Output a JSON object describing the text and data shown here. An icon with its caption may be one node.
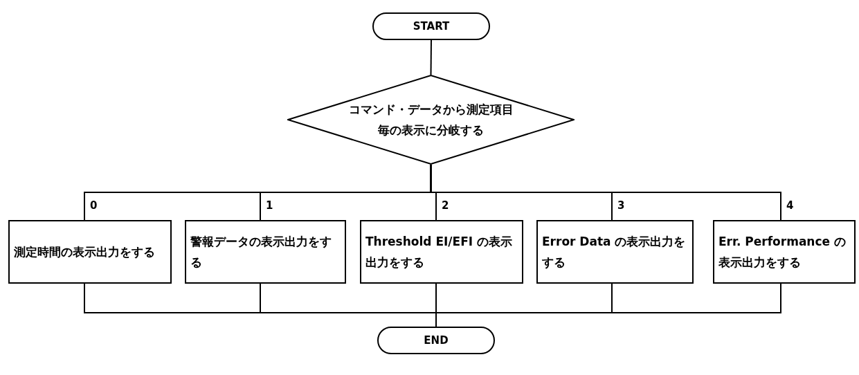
{
  "diagram": {
    "nodes": [
      {
        "text": [
          "START"
        ]
      },
      {
        "text": [
          "コマンド・データから測定項目毎の表示に分岐する"
        ]
      },
      {
        "text": [
          "測定時間の表示出力をする"
        ]
      },
      {
        "text": [
          "警報データの表示出力をする"
        ]
      },
      {
        "text": [
          "Threshold EI/EFI の表示出力をする"
        ]
      },
      {
        "text": [
          "Error Data の表示出力をする"
        ]
      },
      {
        "text": [
          "Err. Performance の表示出力をする"
        ]
      },
      {
        "text": [
          "END"
        ]
      }
    ],
    "edges": [
      {
        "from": 0,
        "to": 1,
        "arrow": "none"
      },
      {
        "from": 1,
        "to": 2,
        "arrow": "none",
        "label": "0"
      },
      {
        "from": 1,
        "to": 3,
        "arrow": "none",
        "label": "1"
      },
      {
        "from": 1,
        "to": 4,
        "arrow": "none",
        "label": "2"
      },
      {
        "from": 1,
        "to": 5,
        "arrow": "none",
        "label": "3"
      },
      {
        "from": 1,
        "to": 6,
        "arrow": "none",
        "label": "4"
      },
      {
        "from": 2,
        "to": 7,
        "arrow": "none"
      },
      {
        "from": 3,
        "to": 7,
        "arrow": "none"
      },
      {
        "from": 4,
        "to": 7,
        "arrow": "none"
      },
      {
        "from": 5,
        "to": 7,
        "arrow": "none"
      },
      {
        "from": 6,
        "to": 7,
        "arrow": "none"
      }
    ]
  }
}
